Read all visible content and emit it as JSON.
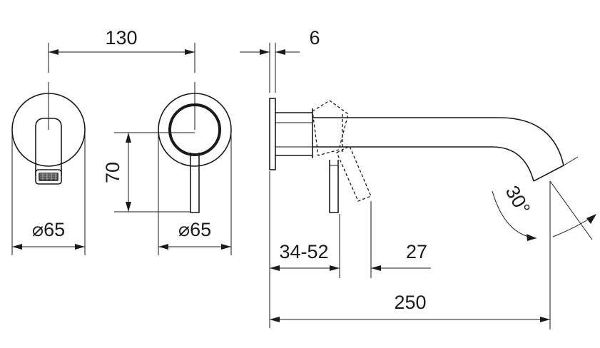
{
  "drawing": {
    "line_color": "#1a1a1a",
    "background": "#ffffff"
  },
  "dimensions": {
    "center_spacing": "130",
    "plate_thickness": "6",
    "left_plate_diameter": "⌀65",
    "right_plate_diameter": "⌀65",
    "plate_height": "70",
    "wall_depth_range": "34-52",
    "handle_offset": "27",
    "overall_projection": "250",
    "spout_angle": "30°"
  }
}
